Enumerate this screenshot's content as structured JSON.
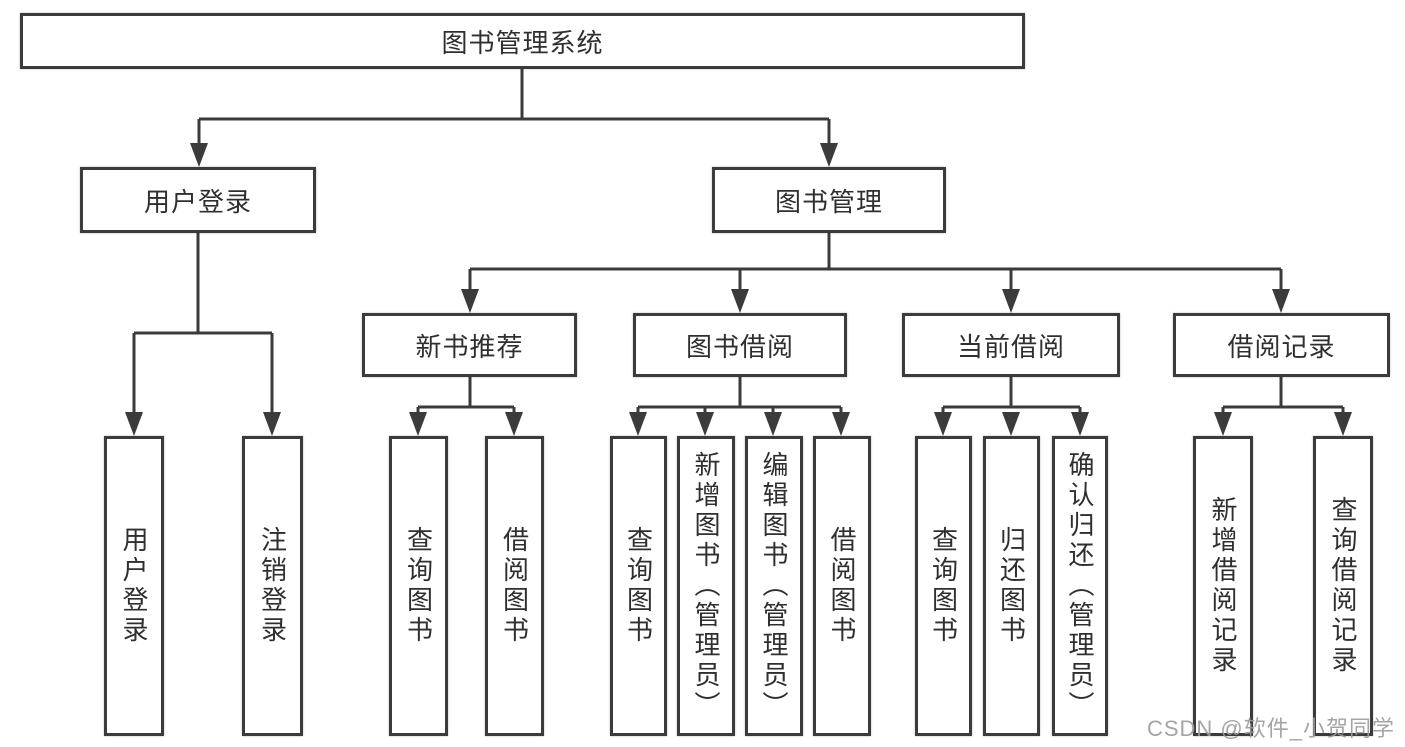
{
  "tree": {
    "root": {
      "label": "图书管理系统"
    },
    "branches": [
      {
        "label": "用户登录",
        "children": [
          {
            "label": "用户登录"
          },
          {
            "label": "注销登录"
          }
        ]
      },
      {
        "label": "图书管理",
        "children": [
          {
            "label": "新书推荐",
            "children": [
              {
                "label": "查询图书"
              },
              {
                "label": "借阅图书"
              }
            ]
          },
          {
            "label": "图书借阅",
            "children": [
              {
                "label": "查询图书"
              },
              {
                "label": "新增图书（管理员）"
              },
              {
                "label": "编辑图书（管理员）"
              },
              {
                "label": "借阅图书"
              }
            ]
          },
          {
            "label": "当前借阅",
            "children": [
              {
                "label": "查询图书"
              },
              {
                "label": "归还图书"
              },
              {
                "label": "确认归还（管理员）"
              }
            ]
          },
          {
            "label": "借阅记录",
            "children": [
              {
                "label": "新增借阅记录"
              },
              {
                "label": "查询借阅记录"
              }
            ]
          }
        ]
      }
    ]
  },
  "watermark": {
    "text": "CSDN @软件_小贺同学"
  },
  "colors": {
    "line": "#3b3b3b",
    "box_border": "#3b3b3b",
    "text": "#2f2f2f",
    "background": "#ffffff",
    "watermark": "#9b9b9b"
  }
}
